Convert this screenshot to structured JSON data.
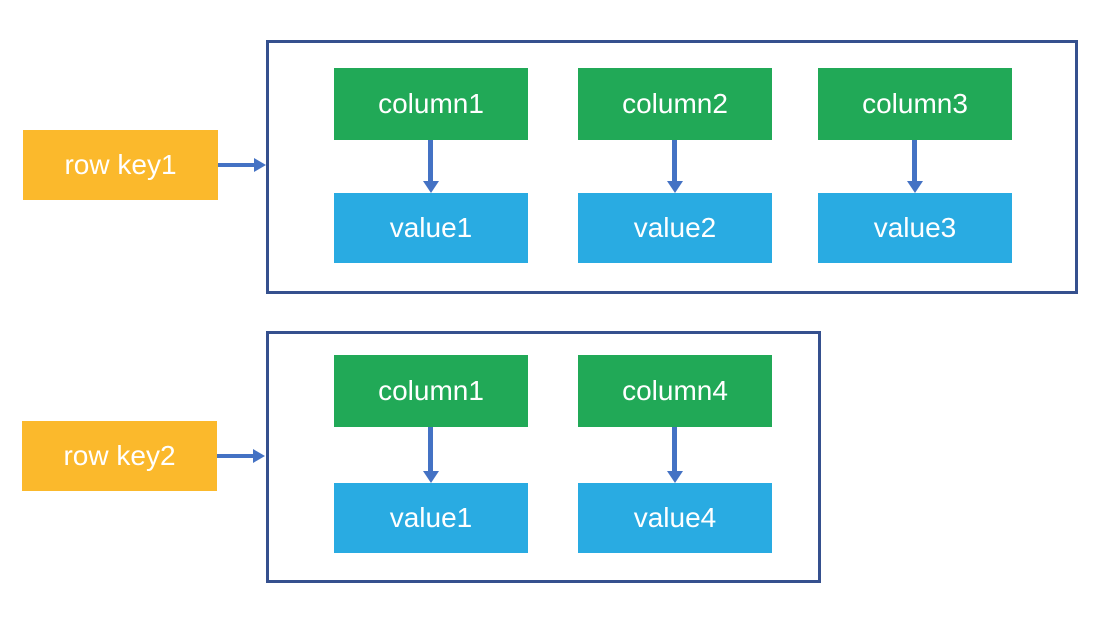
{
  "colors": {
    "row_key_fill": "#FBB92C",
    "column_fill": "#21A957",
    "value_fill": "#29ABE2",
    "arrow": "#4472C4",
    "container_border": "#35508E",
    "text": "#FFFFFF"
  },
  "rows": [
    {
      "key_label": "row key1",
      "cells": [
        {
          "column": "column1",
          "value": "value1"
        },
        {
          "column": "column2",
          "value": "value2"
        },
        {
          "column": "column3",
          "value": "value3"
        }
      ]
    },
    {
      "key_label": "row key2",
      "cells": [
        {
          "column": "column1",
          "value": "value1"
        },
        {
          "column": "column4",
          "value": "value4"
        }
      ]
    }
  ]
}
